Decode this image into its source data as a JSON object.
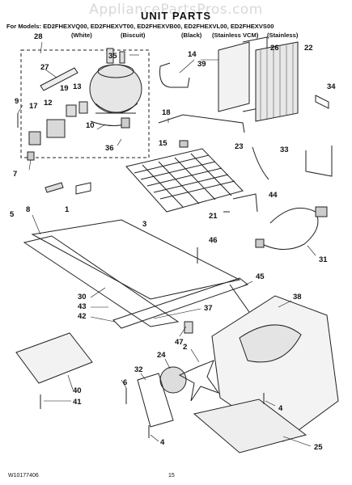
{
  "watermark": "AppliancePartsPros.com",
  "title": "UNIT PARTS",
  "models_line": "For Models: ED2FHEXVQ00, ED2FHEXVT00, ED2FHEXVB00, ED2FHEXVL00, ED2FHEXVS00",
  "colors": [
    "(White)",
    "(Biscuit)",
    "(Black)",
    "(Stainless VCM)",
    "(Stainless)"
  ],
  "footer": {
    "doc_number": "W10177406",
    "page_number": "15"
  },
  "callouts": [
    "28",
    "35",
    "14",
    "39",
    "26",
    "22",
    "27",
    "19",
    "13",
    "9",
    "12",
    "17",
    "10",
    "34",
    "18",
    "36",
    "15",
    "7",
    "23",
    "33",
    "8",
    "1",
    "44",
    "21",
    "5",
    "3",
    "46",
    "31",
    "30",
    "45",
    "43",
    "42",
    "37",
    "38",
    "47",
    "24",
    "2",
    "32",
    "6",
    "40",
    "41",
    "4",
    "25"
  ]
}
